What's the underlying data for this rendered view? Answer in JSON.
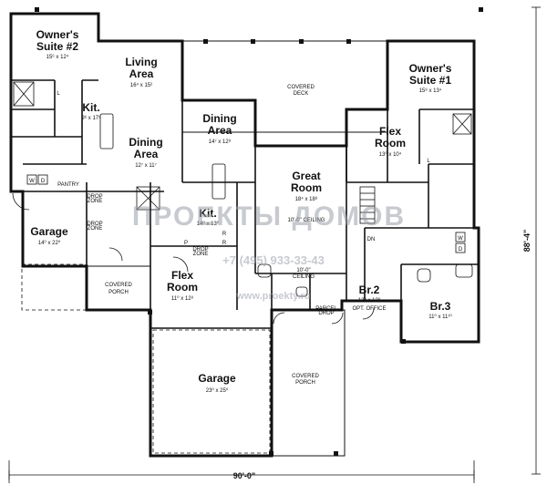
{
  "rooms": {
    "owners_suite_2": {
      "name_line1": "Owner's",
      "name_line2": "Suite #2",
      "dims": "15⁶ x 12⁴"
    },
    "living_area": {
      "name_line1": "Living",
      "name_line2": "Area",
      "dims": "16⁴ x 15²"
    },
    "kitchen_1": {
      "name": "Kit.",
      "dims": "9⁶ x 17⁸"
    },
    "dining_area_1": {
      "name_line1": "Dining",
      "name_line2": "Area",
      "dims": "12⁷ x 11⁷"
    },
    "covered_deck": {
      "line1": "COVERED",
      "line2": "DECK"
    },
    "owners_suite_1": {
      "name_line1": "Owner's",
      "name_line2": "Suite #1",
      "dims": "15⁸ x 13⁴"
    },
    "dining_area_2": {
      "name_line1": "Dining",
      "name_line2": "Area",
      "dims": "14⁷ x 12⁸"
    },
    "flex_room_1": {
      "name_line1": "Flex",
      "name_line2": "Room",
      "dims": "13⁰ x 10⁴"
    },
    "great_room": {
      "name_line1": "Great",
      "name_line2": "Room",
      "dims": "18⁴ x 18⁸",
      "ceiling": "10'-0\" CEILING"
    },
    "kitchen_2": {
      "name": "Kit.",
      "dims": "14⁰ x 13⁰"
    },
    "garage_1": {
      "name": "Garage",
      "dims": "14⁰ x 22⁰"
    },
    "flex_room_2": {
      "name_line1": "Flex",
      "name_line2": "Room",
      "dims": "11⁰ x 12⁸"
    },
    "covered_porch_1": {
      "line1": "COVERED",
      "line2": "PORCH"
    },
    "hall_ceiling": {
      "line1": "10'-0\"",
      "line2": "CEILING"
    },
    "br2": {
      "name": "Br.2",
      "dims": "12⁰ x 12⁰",
      "note": "OPT. OFFICE"
    },
    "br3": {
      "name": "Br.3",
      "dims": "11⁰ x 11¹⁰"
    },
    "garage_2": {
      "name": "Garage",
      "dims": "23⁰ x 25⁰"
    },
    "covered_porch_2": {
      "line1": "COVERED",
      "line2": "PORCH"
    }
  },
  "small_labels": {
    "pantry": "PANTRY",
    "w": "W",
    "d": "D",
    "w2": "W",
    "d2": "D",
    "drop_zone_1": "DROP",
    "drop_zone_1b": "ZONE",
    "drop_zone_2": "DROP",
    "drop_zone_2b": "ZONE",
    "drop_zone_3": "DROP",
    "drop_zone_3b": "ZONE",
    "parcel_1": "PARCEL",
    "parcel_2": "DROP",
    "p": "P",
    "r1": "R",
    "r2": "R",
    "dn": "DN",
    "l1": "L",
    "l2": "L"
  },
  "dimensions": {
    "width": "90'-0\"",
    "depth": "88'-4\""
  },
  "watermark": {
    "text": "ПРОЕКТЫ ДОМОВ",
    "phone": "+7 (495) 933-33-43",
    "site": "www.proekty.ru"
  }
}
